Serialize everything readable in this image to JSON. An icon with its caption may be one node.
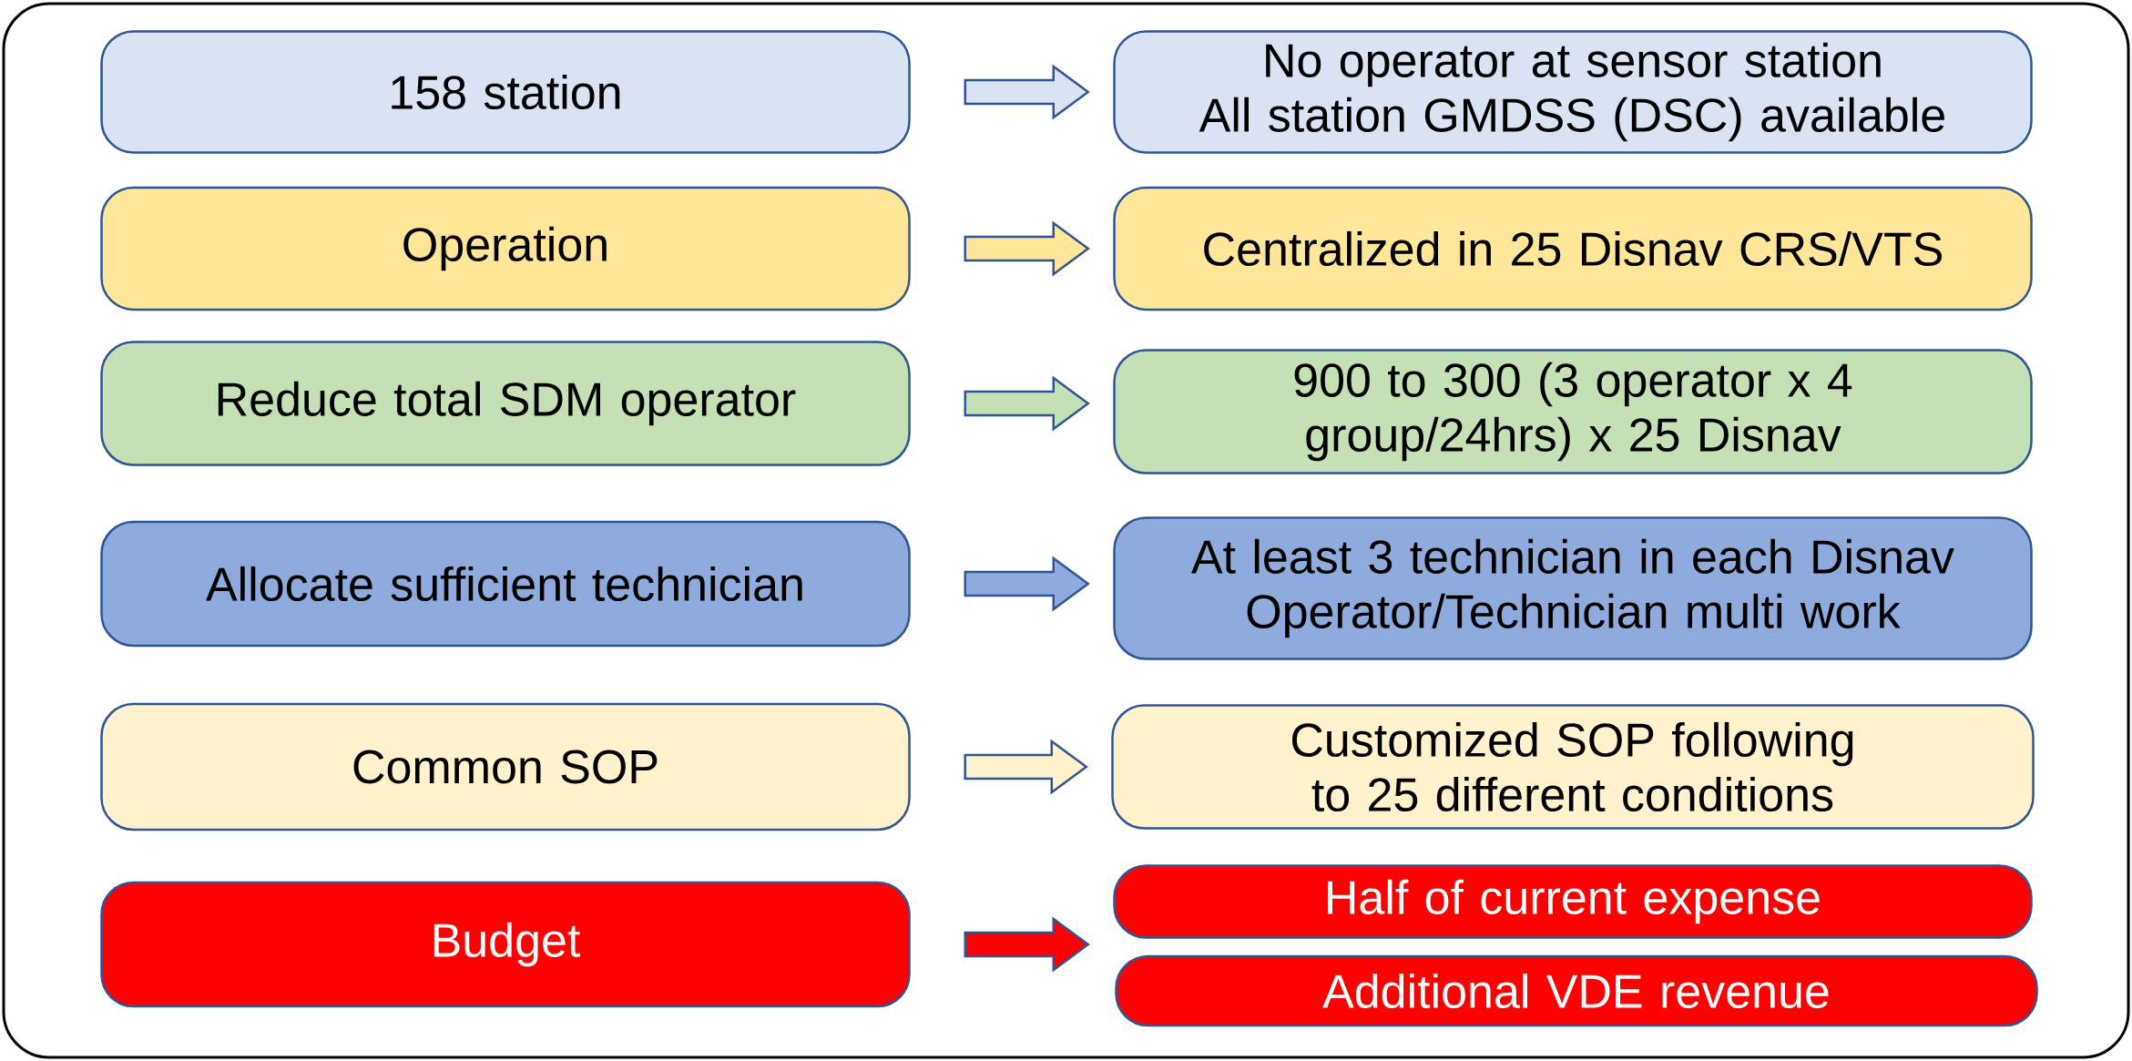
{
  "diagram": {
    "nodes": [
      {
        "text": [
          "158 station"
        ]
      },
      {
        "text": [
          "No operator at sensor station",
          "All station GMDSS (DSC) available"
        ]
      },
      {
        "text": [
          "Operation"
        ]
      },
      {
        "text": [
          "Centralized in 25 Disnav CRS/VTS"
        ]
      },
      {
        "text": [
          "Reduce total SDM operator"
        ]
      },
      {
        "text": [
          "900 to 300 (3 operator x 4 group/24hrs) x 25 Disnav"
        ]
      },
      {
        "text": [
          "Allocate sufficient technician"
        ]
      },
      {
        "text": [
          "At least 3 technician in each Disnav",
          "Operator/Technician multi work"
        ]
      },
      {
        "text": [
          "Common SOP"
        ]
      },
      {
        "text": [
          "Customized SOP following to 25 different conditions"
        ]
      },
      {
        "text": [
          "Budget"
        ]
      },
      {
        "text": [
          "Half of current expense"
        ]
      },
      {
        "text": [
          "Additional VDE revenue"
        ]
      }
    ],
    "edges": [
      {
        "from": 0,
        "to": 1,
        "arrow": "to",
        "color": "#dae3f3"
      },
      {
        "from": 2,
        "to": 3,
        "arrow": "to",
        "color": "#ffe699"
      },
      {
        "from": 4,
        "to": 5,
        "arrow": "to",
        "color": "#c5e0b4"
      },
      {
        "from": 6,
        "to": 7,
        "arrow": "to",
        "color": "#8faadc"
      },
      {
        "from": 8,
        "to": 9,
        "arrow": "to",
        "color": "#fff2cc"
      },
      {
        "from": 10,
        "to": 11,
        "arrow": "to",
        "color": "#ff0000"
      },
      {
        "from": 10,
        "to": 12,
        "arrow": "to",
        "color": "#ff0000"
      }
    ]
  }
}
